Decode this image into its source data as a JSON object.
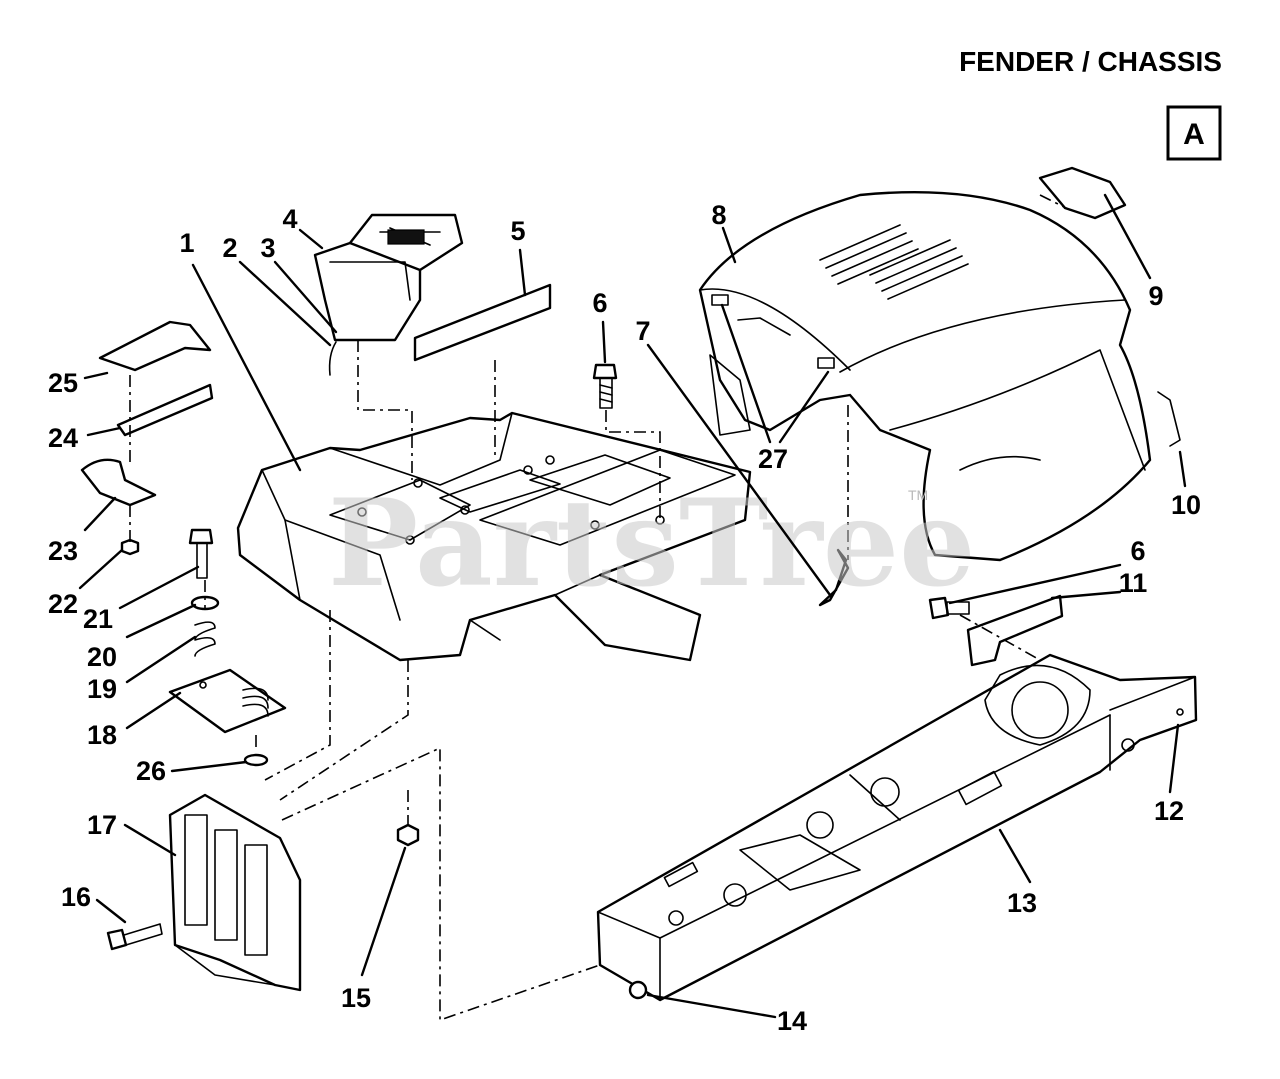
{
  "header": {
    "title": "FENDER / CHASSIS",
    "section_badge": "A"
  },
  "watermark": {
    "text": "PartsTree",
    "trademark": "TM"
  },
  "parts": {
    "p1": "1",
    "p2": "2",
    "p3": "3",
    "p4": "4",
    "p5": "5",
    "p6a": "6",
    "p6b": "6",
    "p7": "7",
    "p8": "8",
    "p9": "9",
    "p10": "10",
    "p11": "11",
    "p12": "12",
    "p13": "13",
    "p14": "14",
    "p15": "15",
    "p16": "16",
    "p17": "17",
    "p18": "18",
    "p19": "19",
    "p20": "20",
    "p21": "21",
    "p22": "22",
    "p23": "23",
    "p24": "24",
    "p25": "25",
    "p26": "26",
    "p27": "27"
  }
}
